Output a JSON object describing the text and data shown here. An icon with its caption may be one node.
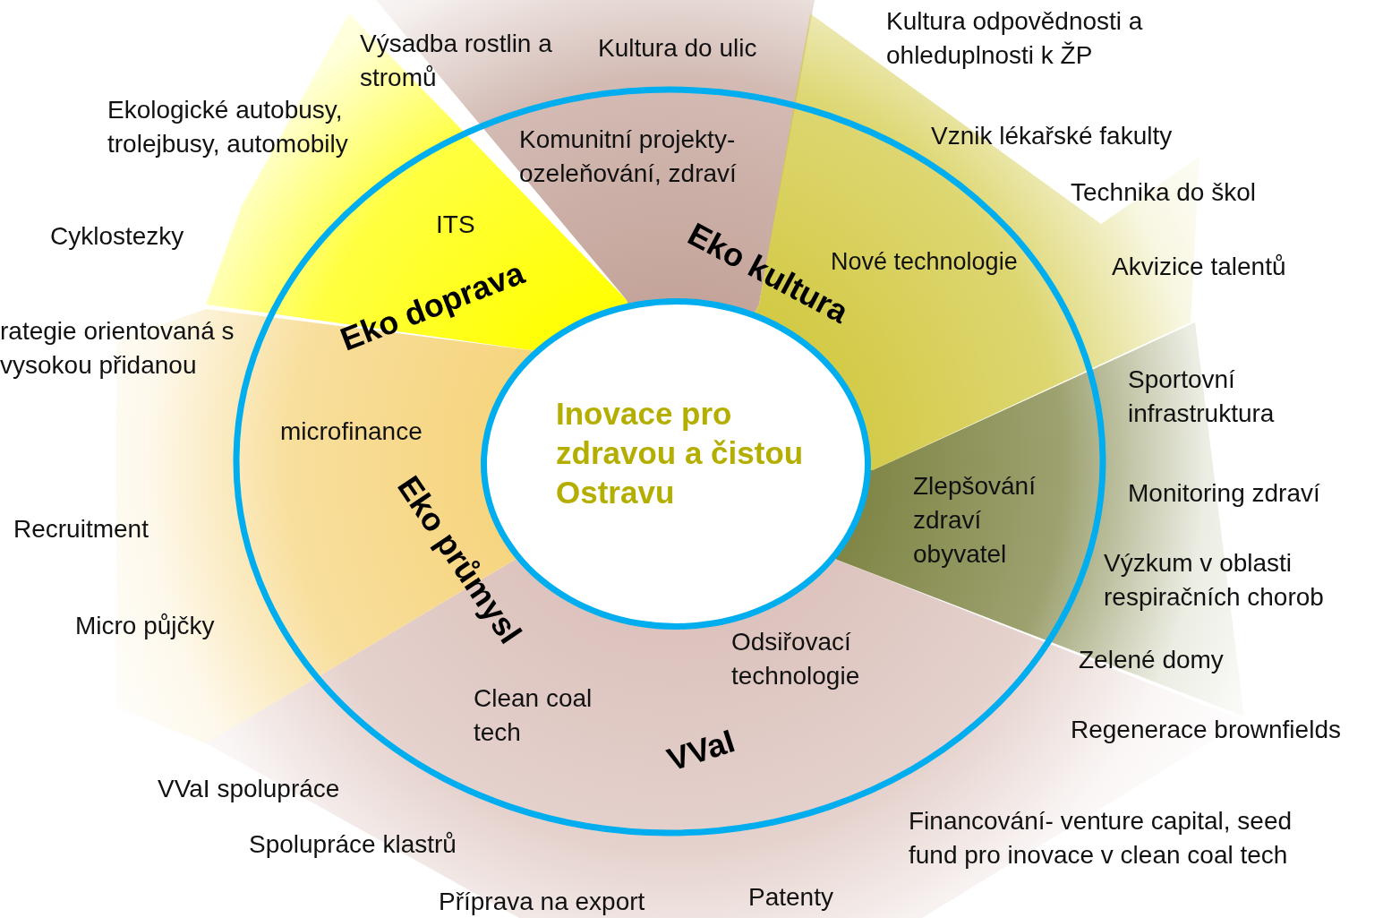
{
  "diagram": {
    "nodes": [
      {
        "text": [
          "Inovace pro zdravou a čistou Ostravu"
        ]
      },
      {
        "text": [
          "ITS",
          "Eko doprava"
        ]
      },
      {
        "text": [
          "Komunitní projekty- ozeleňování, zdraví"
        ]
      },
      {
        "text": [
          "Eko kultura",
          "Nové technologie"
        ]
      },
      {
        "text": [
          "Zlepšování zdraví obyvatel"
        ]
      },
      {
        "text": [
          "Odsiřovací technologie",
          "Clean coal tech",
          "VVaI"
        ]
      },
      {
        "text": [
          "microfinance",
          "Eko průmysl"
        ]
      }
    ],
    "edges": [],
    "labels": [
      "Výsadba rostlin a stromů",
      "Kultura do ulic",
      "Kultura odpovědnosti a ohleduplnosti k ŽP",
      "Ekologické autobusy, trolejbusy, automobily",
      "Vznik lékařské fakulty",
      "Technika do škol",
      "Cyklostezky",
      "Akvizice talentů",
      "rategie orientovaná s vysokou přidanou",
      "Sportovní infrastruktura",
      "Recruitment",
      "Monitoring zdraví",
      "Výzkum v oblasti respiračních chorob",
      "Micro půjčky",
      "Zelené domy",
      "Regenerace brownfields",
      "VVaI spolupráce",
      "Financování- venture capital, seed fund pro inovace v clean coal tech",
      "Spolupráce klastrů",
      "Příprava na export",
      "Patenty"
    ]
  }
}
